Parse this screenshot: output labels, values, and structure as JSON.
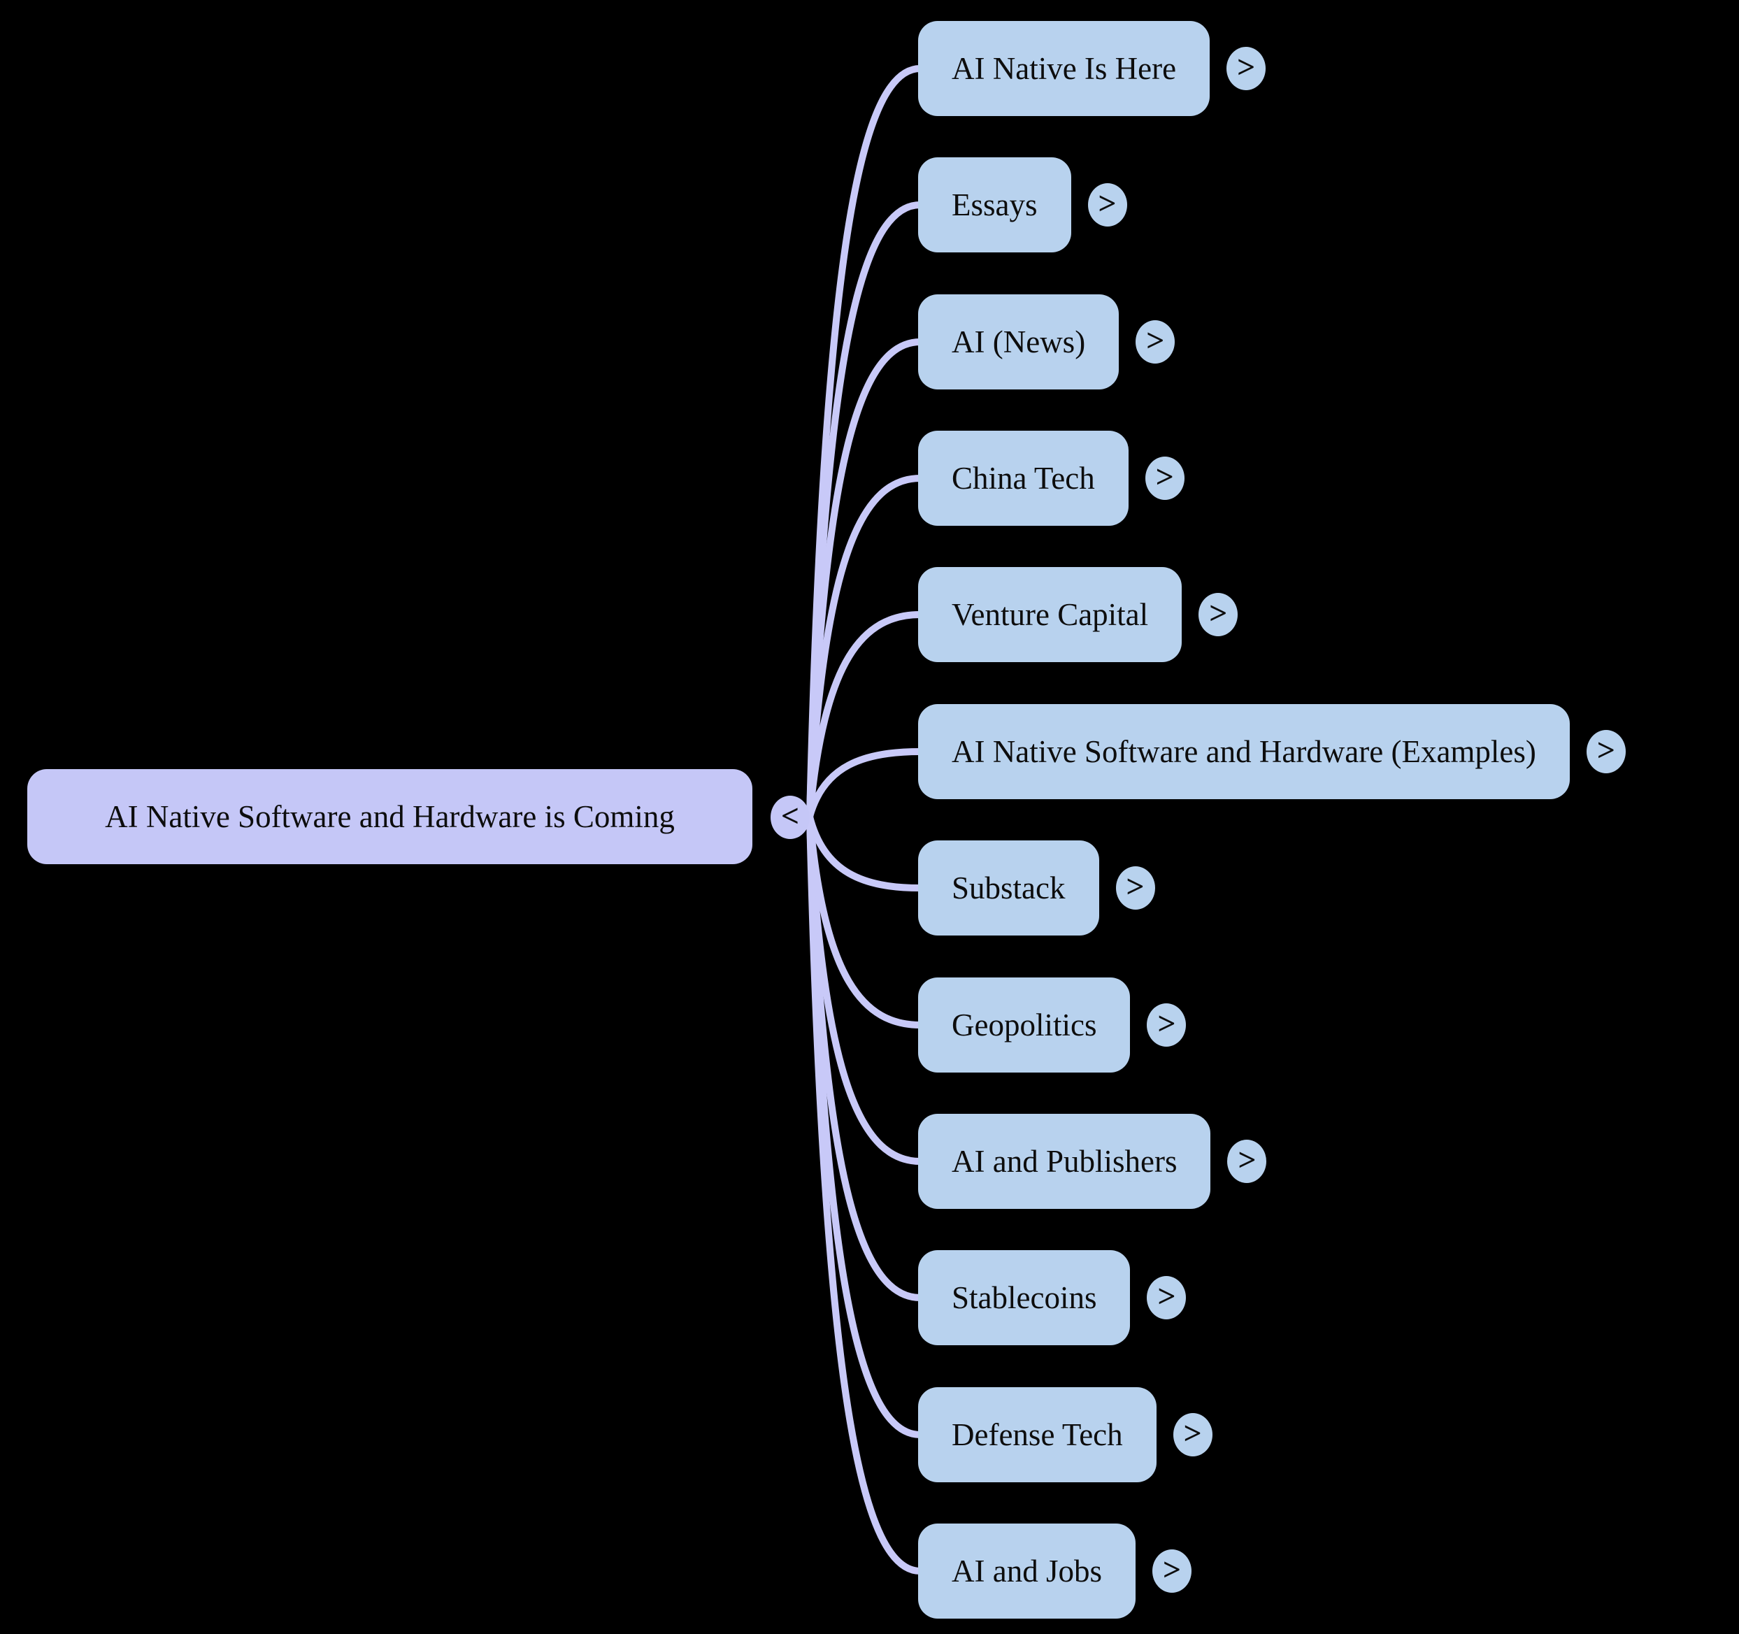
{
  "canvas": {
    "background": "#000000"
  },
  "colors": {
    "background": "#000000",
    "root_fill": "#c5c7f7",
    "link": "#c8c9f8",
    "child_fill": "#b8d2ee",
    "text": "#0d0d0d"
  },
  "mindmap": {
    "root": {
      "label": "AI Native Software and Hardware is Coming",
      "collapse_glyph": "<"
    },
    "expand_glyph": ">",
    "children": [
      {
        "label": "AI Native Is Here"
      },
      {
        "label": "Essays"
      },
      {
        "label": "AI (News)"
      },
      {
        "label": "China Tech"
      },
      {
        "label": "Venture Capital"
      },
      {
        "label": "AI Native Software and Hardware (Examples)"
      },
      {
        "label": "Substack"
      },
      {
        "label": "Geopolitics"
      },
      {
        "label": "AI and Publishers"
      },
      {
        "label": "Stablecoins"
      },
      {
        "label": "Defense Tech"
      },
      {
        "label": "AI and Jobs"
      }
    ]
  }
}
